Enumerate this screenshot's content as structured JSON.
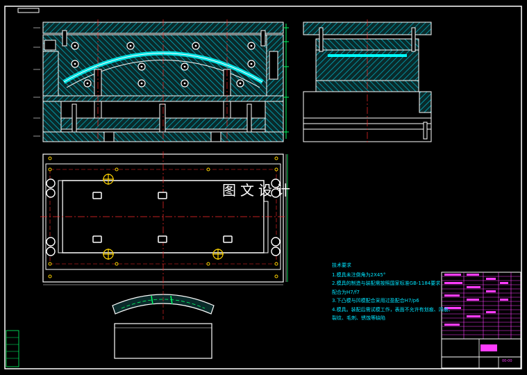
{
  "watermark": "图文设计",
  "notes": {
    "title": "技术要求",
    "lines": [
      "1.模具未注倒角为2X45°",
      "2.模具的制造与装配需按照国家标准GB-1184要求",
      "  配合为H7/f7",
      "3.下凸模与凹模配合采用过盈配合H7/p6",
      "4.模具。装配后需试模工作，表面不允许有划痕、凹痕、",
      "  裂纹、毛刺、锈蚀等缺陷"
    ]
  },
  "title_block": {
    "code": "00-00"
  },
  "colors": {
    "background": "#000000",
    "outline": "#ffffff",
    "section": "#00e5ff",
    "centerline": "#ff2b2b",
    "hole": "#ffd400",
    "title_block": "#ff3cff"
  }
}
